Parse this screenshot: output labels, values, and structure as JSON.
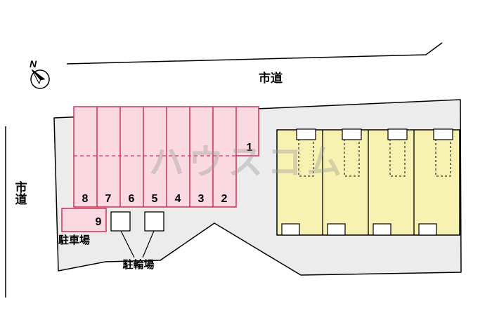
{
  "compass": {
    "label": "N"
  },
  "roads": {
    "top": "市道",
    "left": "市道"
  },
  "parking": {
    "stalls": [
      "8",
      "7",
      "6",
      "5",
      "4",
      "3",
      "2"
    ],
    "stall1": "1",
    "stall9": "9",
    "car_label": "駐車場",
    "bike_label": "駐輪場"
  },
  "watermark": "ハウスコム",
  "colors": {
    "site_fill": "#ececec",
    "parking_fill": "#fbd9e2",
    "parking_stroke": "#cc3355",
    "building_fill": "#f7f2b2",
    "line": "#000000"
  }
}
